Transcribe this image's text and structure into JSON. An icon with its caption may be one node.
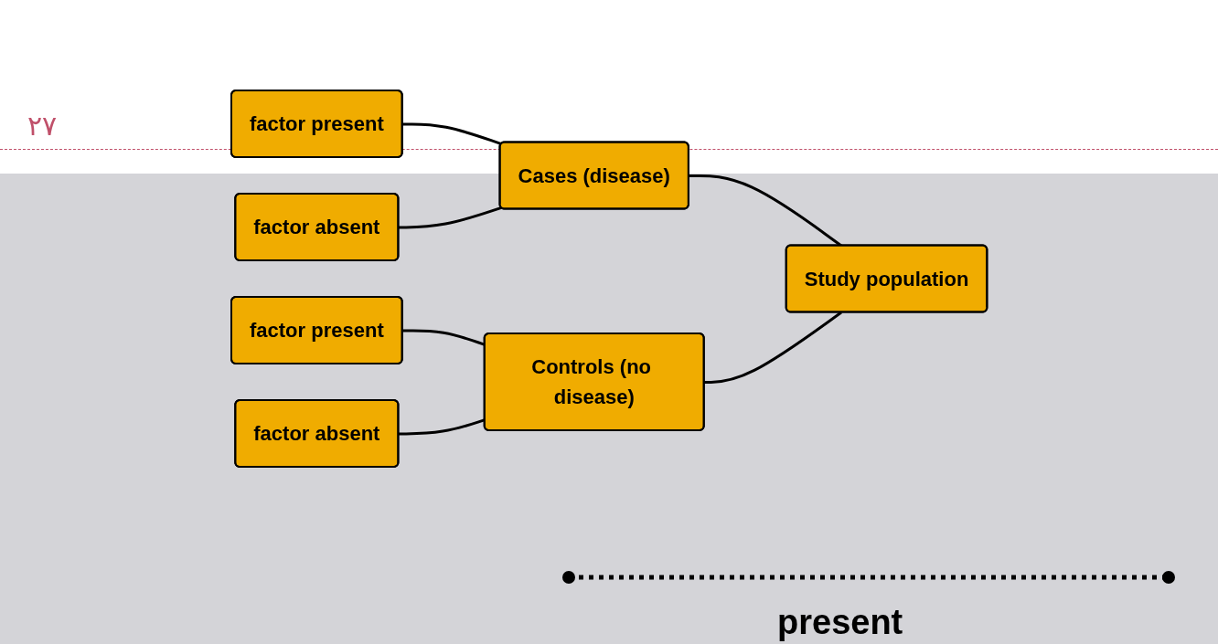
{
  "diagram": {
    "nodes": [
      {
        "text": [
          "factor present"
        ]
      },
      {
        "text": [
          "factor absent"
        ]
      },
      {
        "text": [
          "Cases (disease)"
        ]
      },
      {
        "text": [
          "Study population"
        ]
      },
      {
        "text": [
          "factor present"
        ]
      },
      {
        "text": [
          "factor absent"
        ]
      },
      {
        "text": [
          "Controls (no disease)"
        ]
      }
    ],
    "edges": [
      {
        "from": 0,
        "to": 2,
        "arrow": "none"
      },
      {
        "from": 1,
        "to": 2,
        "arrow": "none"
      },
      {
        "from": 4,
        "to": 6,
        "arrow": "none"
      },
      {
        "from": 5,
        "to": 6,
        "arrow": "none"
      },
      {
        "from": 2,
        "to": 3,
        "arrow": "none"
      },
      {
        "from": 6,
        "to": 3,
        "arrow": "none"
      }
    ],
    "labels": [
      "٢٧",
      "present"
    ]
  }
}
